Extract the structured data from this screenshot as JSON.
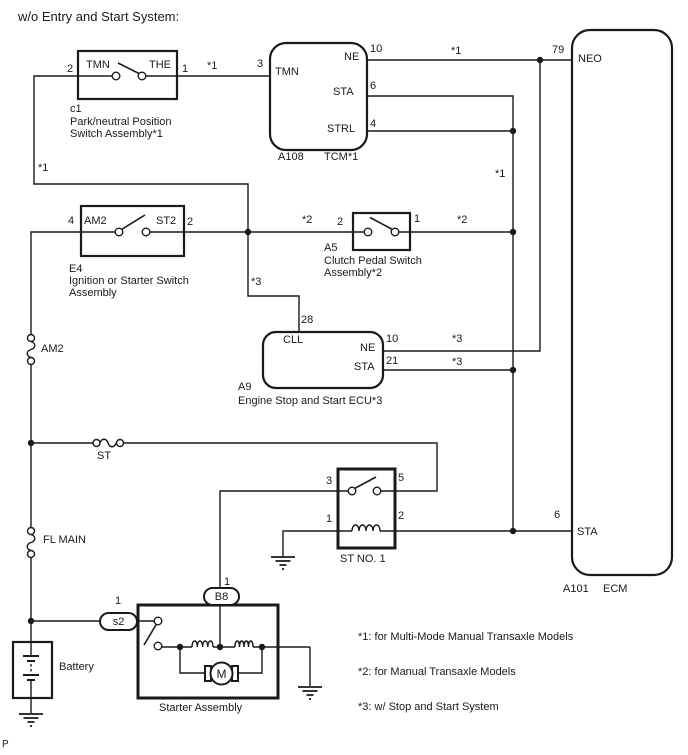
{
  "title": "w/o Entry and Start System:",
  "footer": {
    "page_marker": "P"
  },
  "notes": {
    "n1": "*1: for Multi-Mode Manual Transaxle Models",
    "n2": "*2: for Manual Transaxle Models",
    "n3": "*3: w/ Stop and Start System"
  },
  "c1": {
    "id": "c1",
    "desc1": "Park/neutral Position",
    "desc2": "Switch Assembly*1",
    "pin_left": "2",
    "pin_right": "1",
    "term_left": "TMN",
    "term_right": "THE"
  },
  "tcm": {
    "id": "A108",
    "name": "TCM*1",
    "term_tmn": "TMN",
    "term_ne": "NE",
    "term_sta": "STA",
    "term_strl": "STRL",
    "pin_tmn": "3",
    "pin_ne": "10",
    "pin_sta": "6",
    "pin_strl": "4"
  },
  "ecm": {
    "id": "A101",
    "name": "ECM",
    "term_neo": "NEO",
    "term_sta": "STA",
    "pin_neo": "79",
    "pin_sta": "6"
  },
  "e4": {
    "id": "E4",
    "desc1": "Ignition or Starter Switch",
    "desc2": "Assembly",
    "term_am2": "AM2",
    "term_st2": "ST2",
    "pin_am2": "4",
    "pin_st2": "2"
  },
  "a5": {
    "id": "A5",
    "desc1": "Clutch Pedal Switch",
    "desc2": "Assembly*2",
    "pin_left": "2",
    "pin_right": "1"
  },
  "a9": {
    "id": "A9",
    "desc": "Engine Stop and Start ECU*3",
    "term_cll": "CLL",
    "term_ne": "NE",
    "term_sta": "STA",
    "pin_cll": "28",
    "pin_ne": "10",
    "pin_sta": "21"
  },
  "relay": {
    "name": "ST NO. 1",
    "pin3": "3",
    "pin5": "5",
    "pin1": "1",
    "pin2": "2"
  },
  "starter": {
    "name": "Starter Assembly",
    "motor": "M"
  },
  "battery": {
    "name": "Battery"
  },
  "connector_b8": {
    "label": "B8",
    "pin": "1"
  },
  "connector_s2": {
    "label": "s2",
    "pin": "1"
  },
  "fuse_am2": {
    "label": "AM2"
  },
  "fuse_st": {
    "label": "ST"
  },
  "fuse_fl_main": {
    "label": "FL MAIN"
  },
  "wire_labels": {
    "c1_tcm": "*1",
    "ne_neo": "*1",
    "left_branch": "*1",
    "sta_branch": "*1",
    "e4_a5": "*2",
    "a5_out": "*2",
    "cll_branch": "*3",
    "a9_ne": "*3",
    "a9_sta": "*3"
  },
  "colors": {
    "line": "#1a1a1a",
    "background": "#ffffff"
  }
}
